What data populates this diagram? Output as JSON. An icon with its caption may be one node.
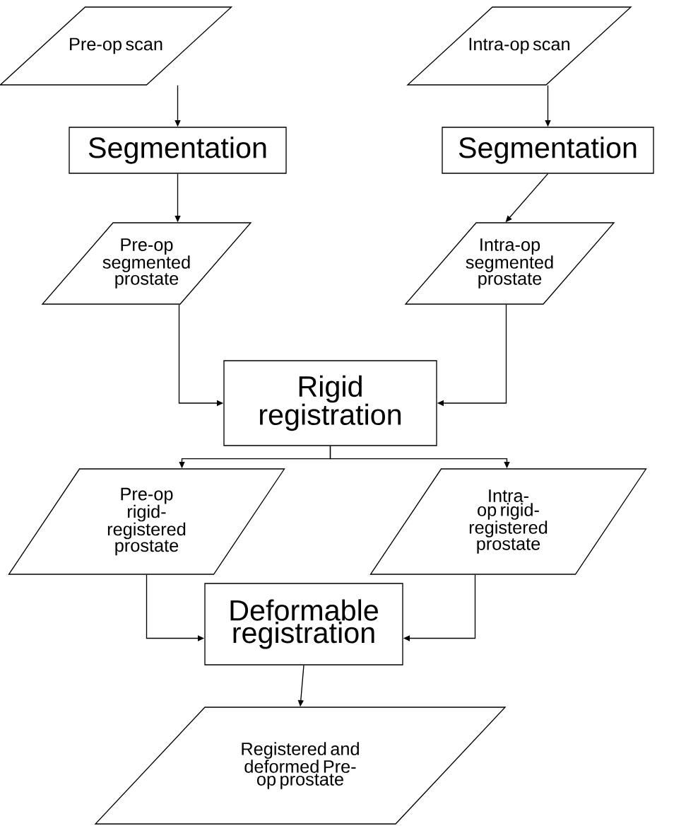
{
  "diagram": {
    "nodes": [
      {
        "text": [
          "Pre-op scan"
        ]
      },
      {
        "text": [
          "Intra-op scan"
        ]
      },
      {
        "text": [
          "Segmentation"
        ]
      },
      {
        "text": [
          "Segmentation"
        ]
      },
      {
        "text": [
          "Pre-op segmented prostate"
        ]
      },
      {
        "text": [
          "Intra-op segmented prostate"
        ]
      },
      {
        "text": [
          "Rigid registration"
        ]
      },
      {
        "text": [
          "Pre-op rigid-registered prostate"
        ]
      },
      {
        "text": [
          "Intra-op rigid-registered prostate"
        ]
      },
      {
        "text": [
          "Deformable registration"
        ]
      },
      {
        "text": [
          "Registered and deformed Pre-op prostate"
        ]
      }
    ],
    "edges": [
      {
        "from": 0,
        "to": 2,
        "arrow": "to"
      },
      {
        "from": 1,
        "to": 3,
        "arrow": "to"
      },
      {
        "from": 2,
        "to": 4,
        "arrow": "to"
      },
      {
        "from": 3,
        "to": 5,
        "arrow": "to"
      },
      {
        "from": 4,
        "to": 6,
        "arrow": "to"
      },
      {
        "from": 5,
        "to": 6,
        "arrow": "to"
      },
      {
        "from": 6,
        "to": 7,
        "arrow": "to"
      },
      {
        "from": 6,
        "to": 8,
        "arrow": "to"
      },
      {
        "from": 7,
        "to": 9,
        "arrow": "to"
      },
      {
        "from": 8,
        "to": 9,
        "arrow": "to"
      },
      {
        "from": 9,
        "to": 10,
        "arrow": "to"
      }
    ]
  }
}
